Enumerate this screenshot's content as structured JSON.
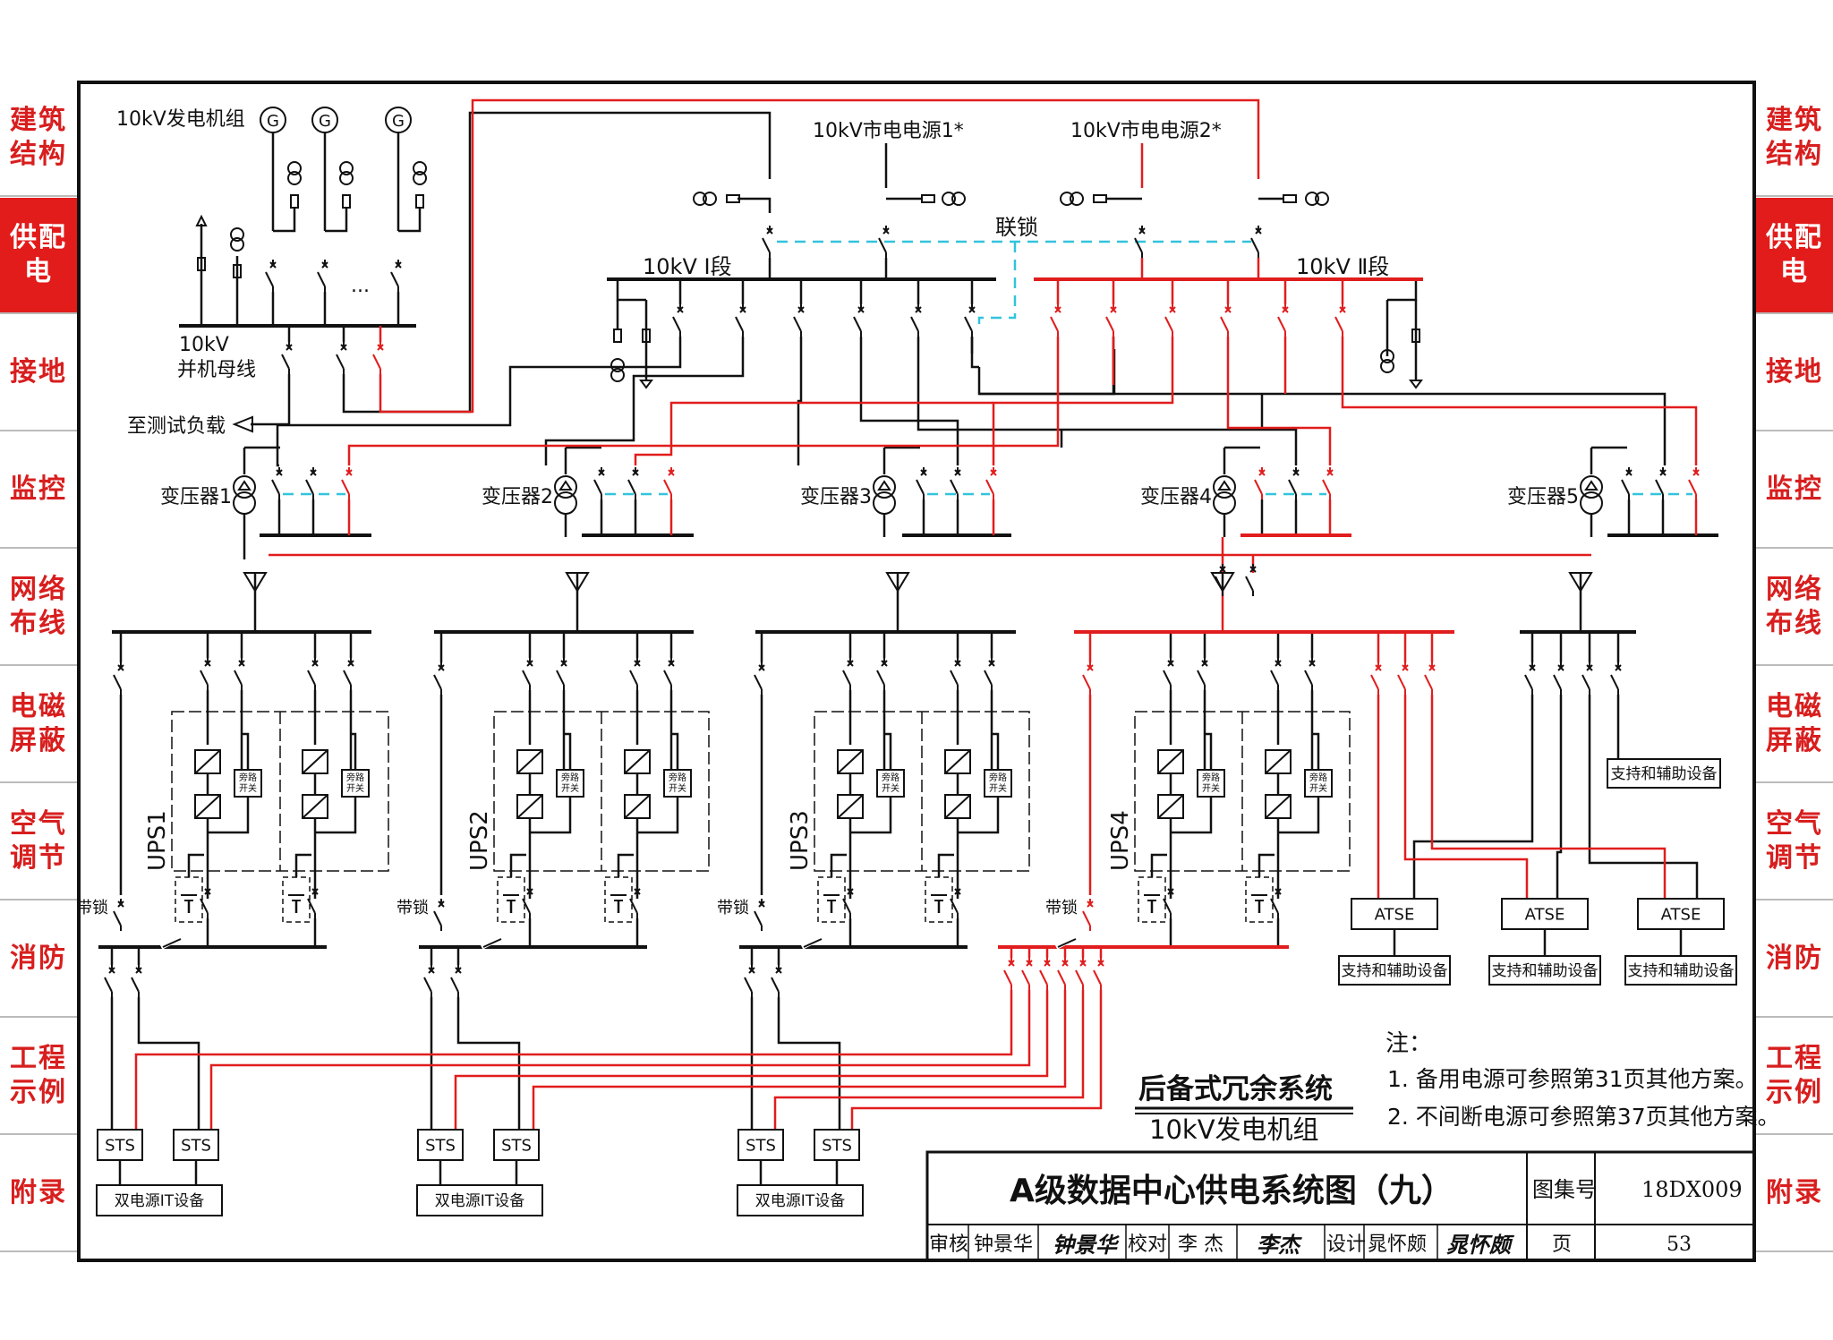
{
  "side_tabs": {
    "items": [
      {
        "label": "建筑结构",
        "active": false
      },
      {
        "label": "供配电",
        "active": true
      },
      {
        "label": "接地",
        "active": false
      },
      {
        "label": "监控",
        "active": false
      },
      {
        "label": "网络布线",
        "active": false
      },
      {
        "label": "电磁屏蔽",
        "active": false
      },
      {
        "label": "空气调节",
        "active": false
      },
      {
        "label": "消防",
        "active": false
      },
      {
        "label": "工程示例",
        "active": false
      },
      {
        "label": "附录",
        "active": false
      }
    ],
    "active_color": "#e21b1b",
    "text_color": "#d81e1e"
  },
  "diagram": {
    "generator_group_label": "10kV发电机组",
    "generator_symbol": "G",
    "mains_source_1": "10kV市电电源1*",
    "mains_source_2": "10kV市电电源2*",
    "interlock_label": "联锁",
    "bus_section_1": "10kV  Ⅰ段",
    "bus_section_2": "10kV  Ⅱ段",
    "parallel_bus_line1": "10kV",
    "parallel_bus_line2": "并机母线",
    "test_load_label": "至测试负载",
    "ellipsis": "...",
    "transformers": [
      "变压器1",
      "变压器2",
      "变压器3",
      "变压器4",
      "变压器5"
    ],
    "ups_labels": [
      "UPS1",
      "UPS2",
      "UPS3",
      "UPS4"
    ],
    "bypass_switch_label": "旁路开关",
    "with_lock_label": "带锁",
    "sts_label": "STS",
    "atse_label": "ATSE",
    "support_equipment_label": "支持和辅助设备",
    "dual_source_it_label": "双电源IT设备",
    "system_name_line1": "后备式冗余系统",
    "system_name_line2": "10kV发电机组",
    "notes_title": "注：",
    "notes": [
      "1. 备用电源可参照第31页其他方案。",
      "2. 不间断电源可参照第37页其他方案。"
    ],
    "colors": {
      "primary_line": "#111111",
      "backup_line": "#e11d1d",
      "interlock_line": "#33c3dd"
    }
  },
  "title_block": {
    "title": "A级数据中心供电系统图（九）",
    "atlas_no_label": "图集号",
    "atlas_no": "18DX009",
    "review_label": "审核",
    "review_name": "钟景华",
    "review_signature": "钟景华",
    "check_label": "校对",
    "check_name": "李 杰",
    "check_signature": "李杰",
    "design_label": "设计",
    "design_name": "晁怀颇",
    "design_signature": "晁怀颇",
    "page_label": "页",
    "page_no": "53"
  }
}
